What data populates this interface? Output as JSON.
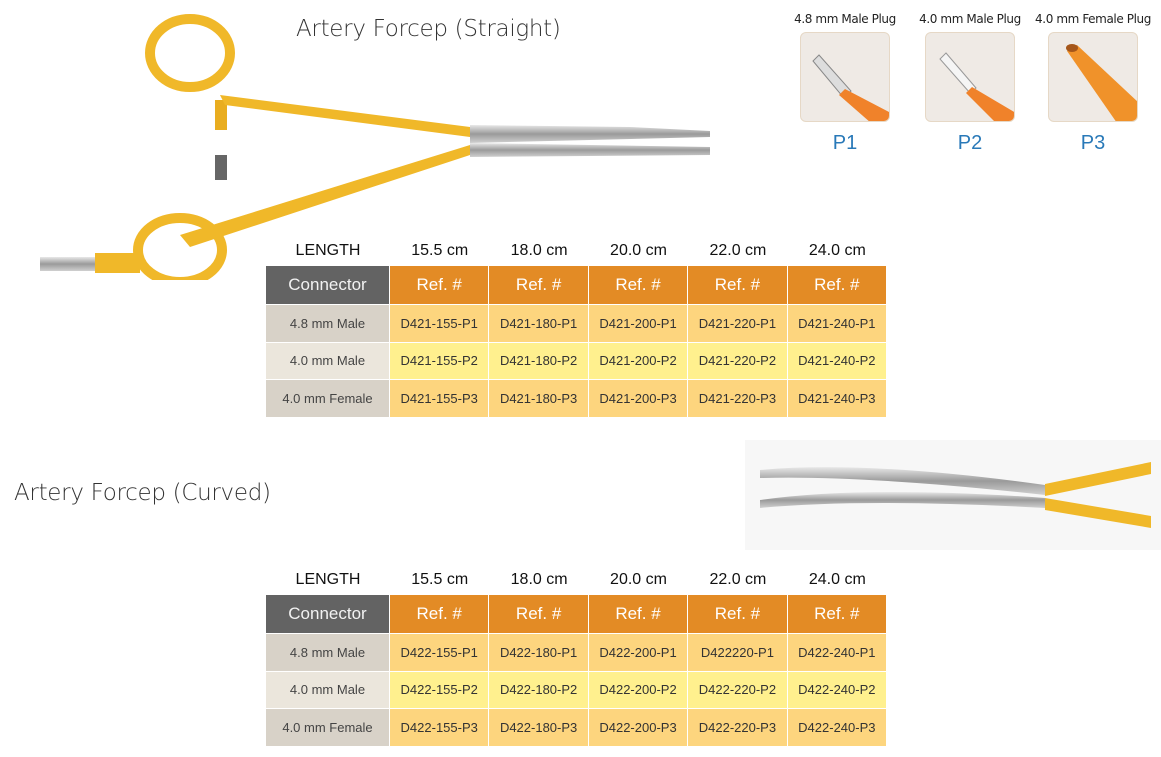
{
  "straight": {
    "title": "Artery Forcep (Straight)",
    "length_label": "LENGTH",
    "lengths": [
      "15.5 cm",
      "18.0 cm",
      "20.0 cm",
      "22.0 cm",
      "24.0 cm"
    ],
    "connector_header": "Connector",
    "ref_header": "Ref. #",
    "rows": [
      {
        "connector": "4.8 mm Male",
        "refs": [
          "D421-155-P1",
          "D421-180-P1",
          "D421-200-P1",
          "D421-220-P1",
          "D421-240-P1"
        ]
      },
      {
        "connector": "4.0 mm Male",
        "refs": [
          "D421-155-P2",
          "D421-180-P2",
          "D421-200-P2",
          "D421-220-P2",
          "D421-240-P2"
        ]
      },
      {
        "connector": "4.0 mm Female",
        "refs": [
          "D421-155-P3",
          "D421-180-P3",
          "D421-200-P3",
          "D421-220-P3",
          "D421-240-P3"
        ]
      }
    ]
  },
  "curved": {
    "title": "Artery Forcep (Curved)",
    "length_label": "LENGTH",
    "lengths": [
      "15.5 cm",
      "18.0 cm",
      "20.0 cm",
      "22.0 cm",
      "24.0 cm"
    ],
    "connector_header": "Connector",
    "ref_header": "Ref. #",
    "rows": [
      {
        "connector": "4.8 mm Male",
        "refs": [
          "D422-155-P1",
          "D422-180-P1",
          "D422-200-P1",
          "D422220-P1",
          "D422-240-P1"
        ]
      },
      {
        "connector": "4.0 mm Male",
        "refs": [
          "D422-155-P2",
          "D422-180-P2",
          "D422-200-P2",
          "D422-220-P2",
          "D422-240-P2"
        ]
      },
      {
        "connector": "4.0 mm Female",
        "refs": [
          "D422-155-P3",
          "D422-180-P3",
          "D422-200-P3",
          "D422-220-P3",
          "D422-240-P3"
        ]
      }
    ]
  },
  "plugs": [
    {
      "caption": "4.8 mm Male Plug",
      "code": "P1"
    },
    {
      "caption": "4.0 mm Male Plug",
      "code": "P2"
    },
    {
      "caption": "4.0 mm Female Plug",
      "code": "P3"
    }
  ],
  "colors": {
    "handle": "#f0b829",
    "header_orange": "#e38b25",
    "header_gray": "#636363",
    "code_blue": "#2979b8"
  }
}
